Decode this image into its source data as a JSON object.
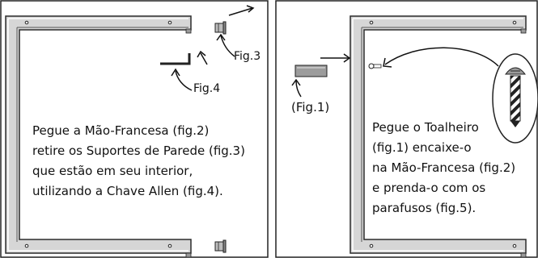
{
  "colors": {
    "frame_fill": "#d6d6d6",
    "frame_dark": "#3a3a3a",
    "ink": "#111111",
    "hardware": "#9a9a9a"
  },
  "left_panel": {
    "label_fig3": "Fig.3",
    "label_fig4": "Fig.4",
    "instruction_lines": [
      "Pegue a Mão-Francesa (fig.2)",
      "retire os Suportes de Parede (fig.3)",
      "que estão em seu interior,",
      "utilizando a Chave Allen (fig.4)."
    ]
  },
  "right_panel": {
    "label_fig1": "(Fig.1)",
    "instruction_lines": [
      "Pegue o Toalheiro",
      "(fig.1) encaixe-o",
      "na Mão-Francesa (fig.2)",
      "e prenda-o com os",
      "parafusos (fig.5)."
    ]
  }
}
